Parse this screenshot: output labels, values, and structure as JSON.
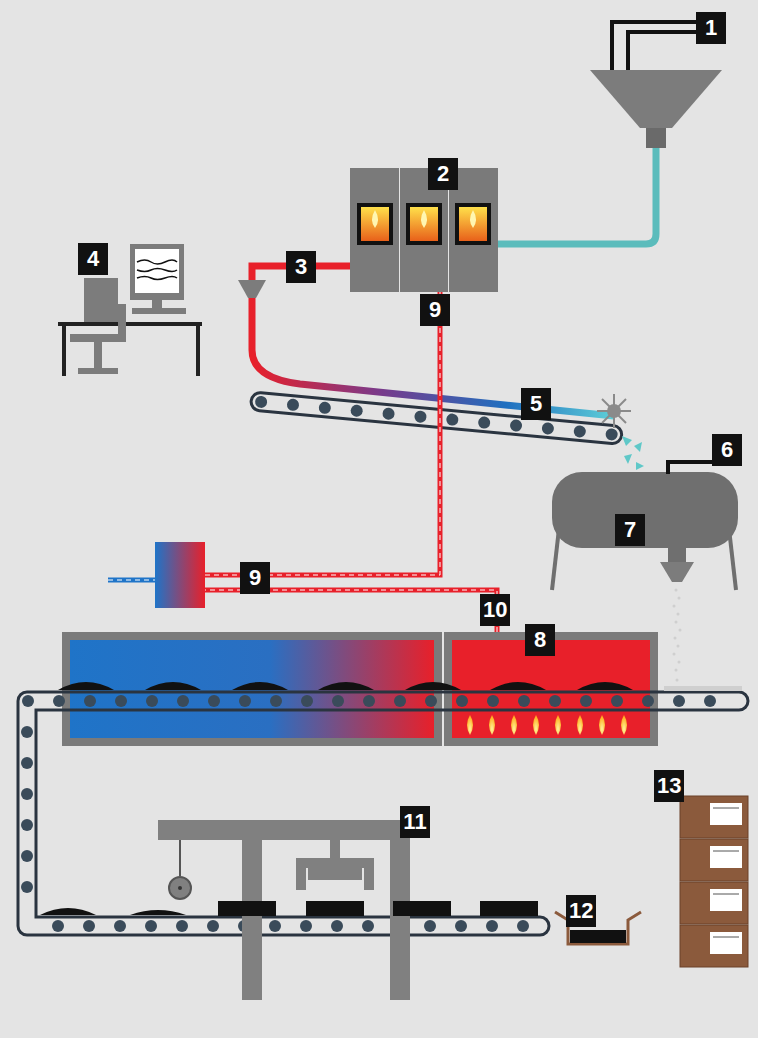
{
  "diagram": {
    "labels": [
      "1",
      "2",
      "3",
      "9",
      "4",
      "5",
      "6",
      "7",
      "9",
      "10",
      "8",
      "11",
      "13",
      "12"
    ]
  }
}
